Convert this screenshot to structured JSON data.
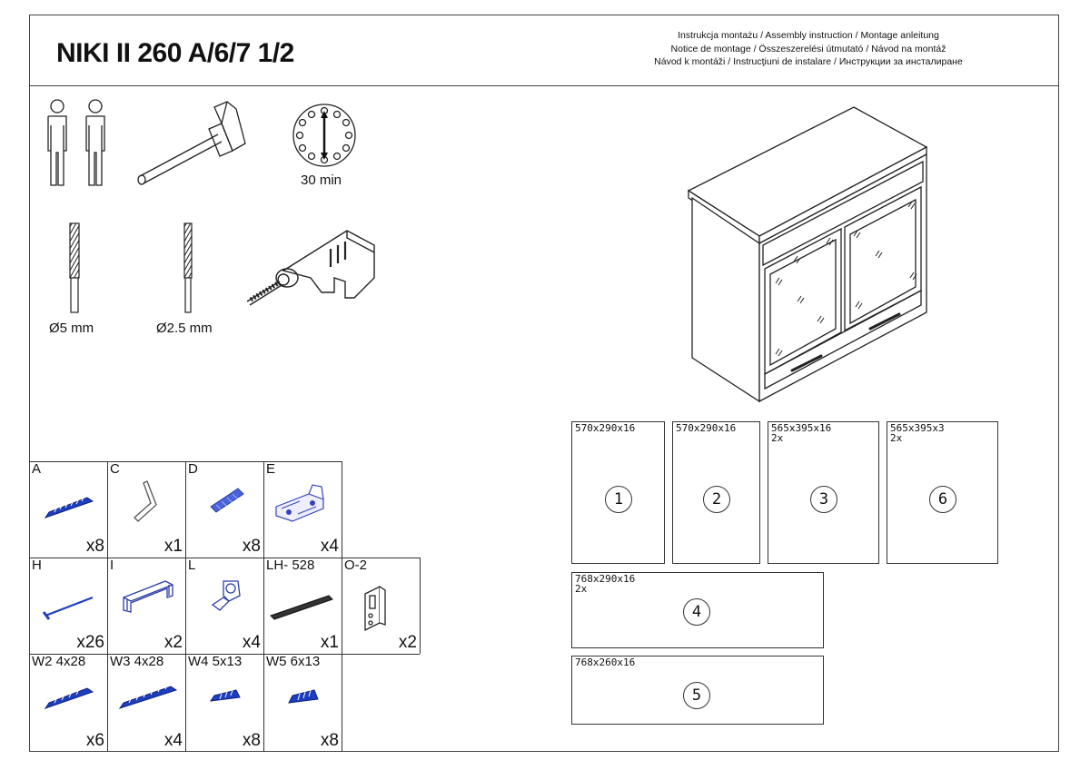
{
  "header": {
    "title": "NIKI II 260 A/6/7 1/2",
    "languages": [
      "Instrukcja montażu / Assembly instruction / Montage anleitung",
      "Notice de montage / Összeszerelési útmutató / Návod na montáž",
      "Návod k montáži / Instrucţiuni de instalare / Инструкции за инсталиране"
    ]
  },
  "tools": {
    "time": "30 min",
    "drill_bit_1": "Ø5 mm",
    "drill_bit_2": "Ø2.5 mm"
  },
  "hardware": [
    {
      "code": "A",
      "qty": "x8",
      "icon": "screw-icon"
    },
    {
      "code": "C",
      "qty": "x1",
      "icon": "allen-key-icon"
    },
    {
      "code": "D",
      "qty": "x8",
      "icon": "dowel-icon"
    },
    {
      "code": "E",
      "qty": "x4",
      "icon": "hinge-icon"
    },
    {
      "code": "H",
      "qty": "x26",
      "icon": "nail-icon"
    },
    {
      "code": "I",
      "qty": "x2",
      "icon": "handle-icon"
    },
    {
      "code": "L",
      "qty": "x4",
      "icon": "shelf-support-icon"
    },
    {
      "code": "LH- 528",
      "qty": "x1",
      "icon": "strip-icon"
    },
    {
      "code": "O-2",
      "qty": "x2",
      "icon": "hanging-bracket-icon"
    },
    {
      "code": "W2  4x28",
      "qty": "x6",
      "icon": "screw-icon"
    },
    {
      "code": "W3   4x28",
      "qty": "x4",
      "icon": "screw-icon"
    },
    {
      "code": "W4  5x13",
      "qty": "x8",
      "icon": "short-screw-icon"
    },
    {
      "code": "W5   6x13",
      "qty": "x8",
      "icon": "short-screw-icon"
    }
  ],
  "panels": [
    {
      "dim": "570x290x16",
      "count": "",
      "num": "1"
    },
    {
      "dim": "570x290x16",
      "count": "",
      "num": "2"
    },
    {
      "dim": "565x395x16",
      "count": "2x",
      "num": "3"
    },
    {
      "dim": "565x395x3",
      "count": "2x",
      "num": "6"
    },
    {
      "dim": "768x290x16",
      "count": "2x",
      "num": "4"
    },
    {
      "dim": "768x260x16",
      "count": "",
      "num": "5"
    }
  ]
}
